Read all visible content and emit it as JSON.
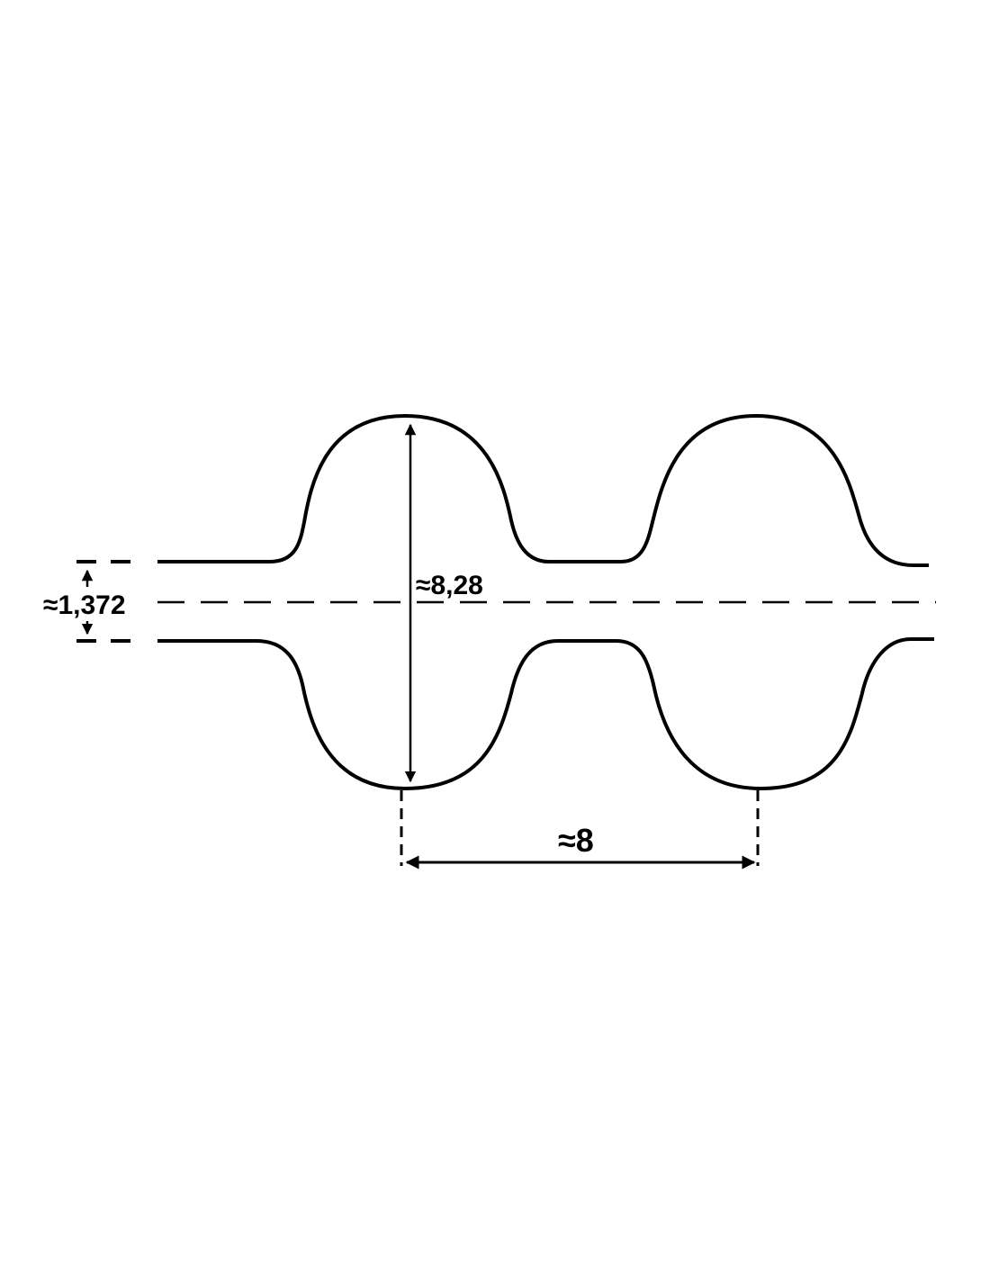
{
  "diagram": {
    "type": "double-sided timing belt tooth profile",
    "line_color": "#000000",
    "background": "#ffffff",
    "labels": {
      "belt_thickness": "≈1,372",
      "total_height": "≈8,28",
      "pitch": "≈8"
    }
  }
}
